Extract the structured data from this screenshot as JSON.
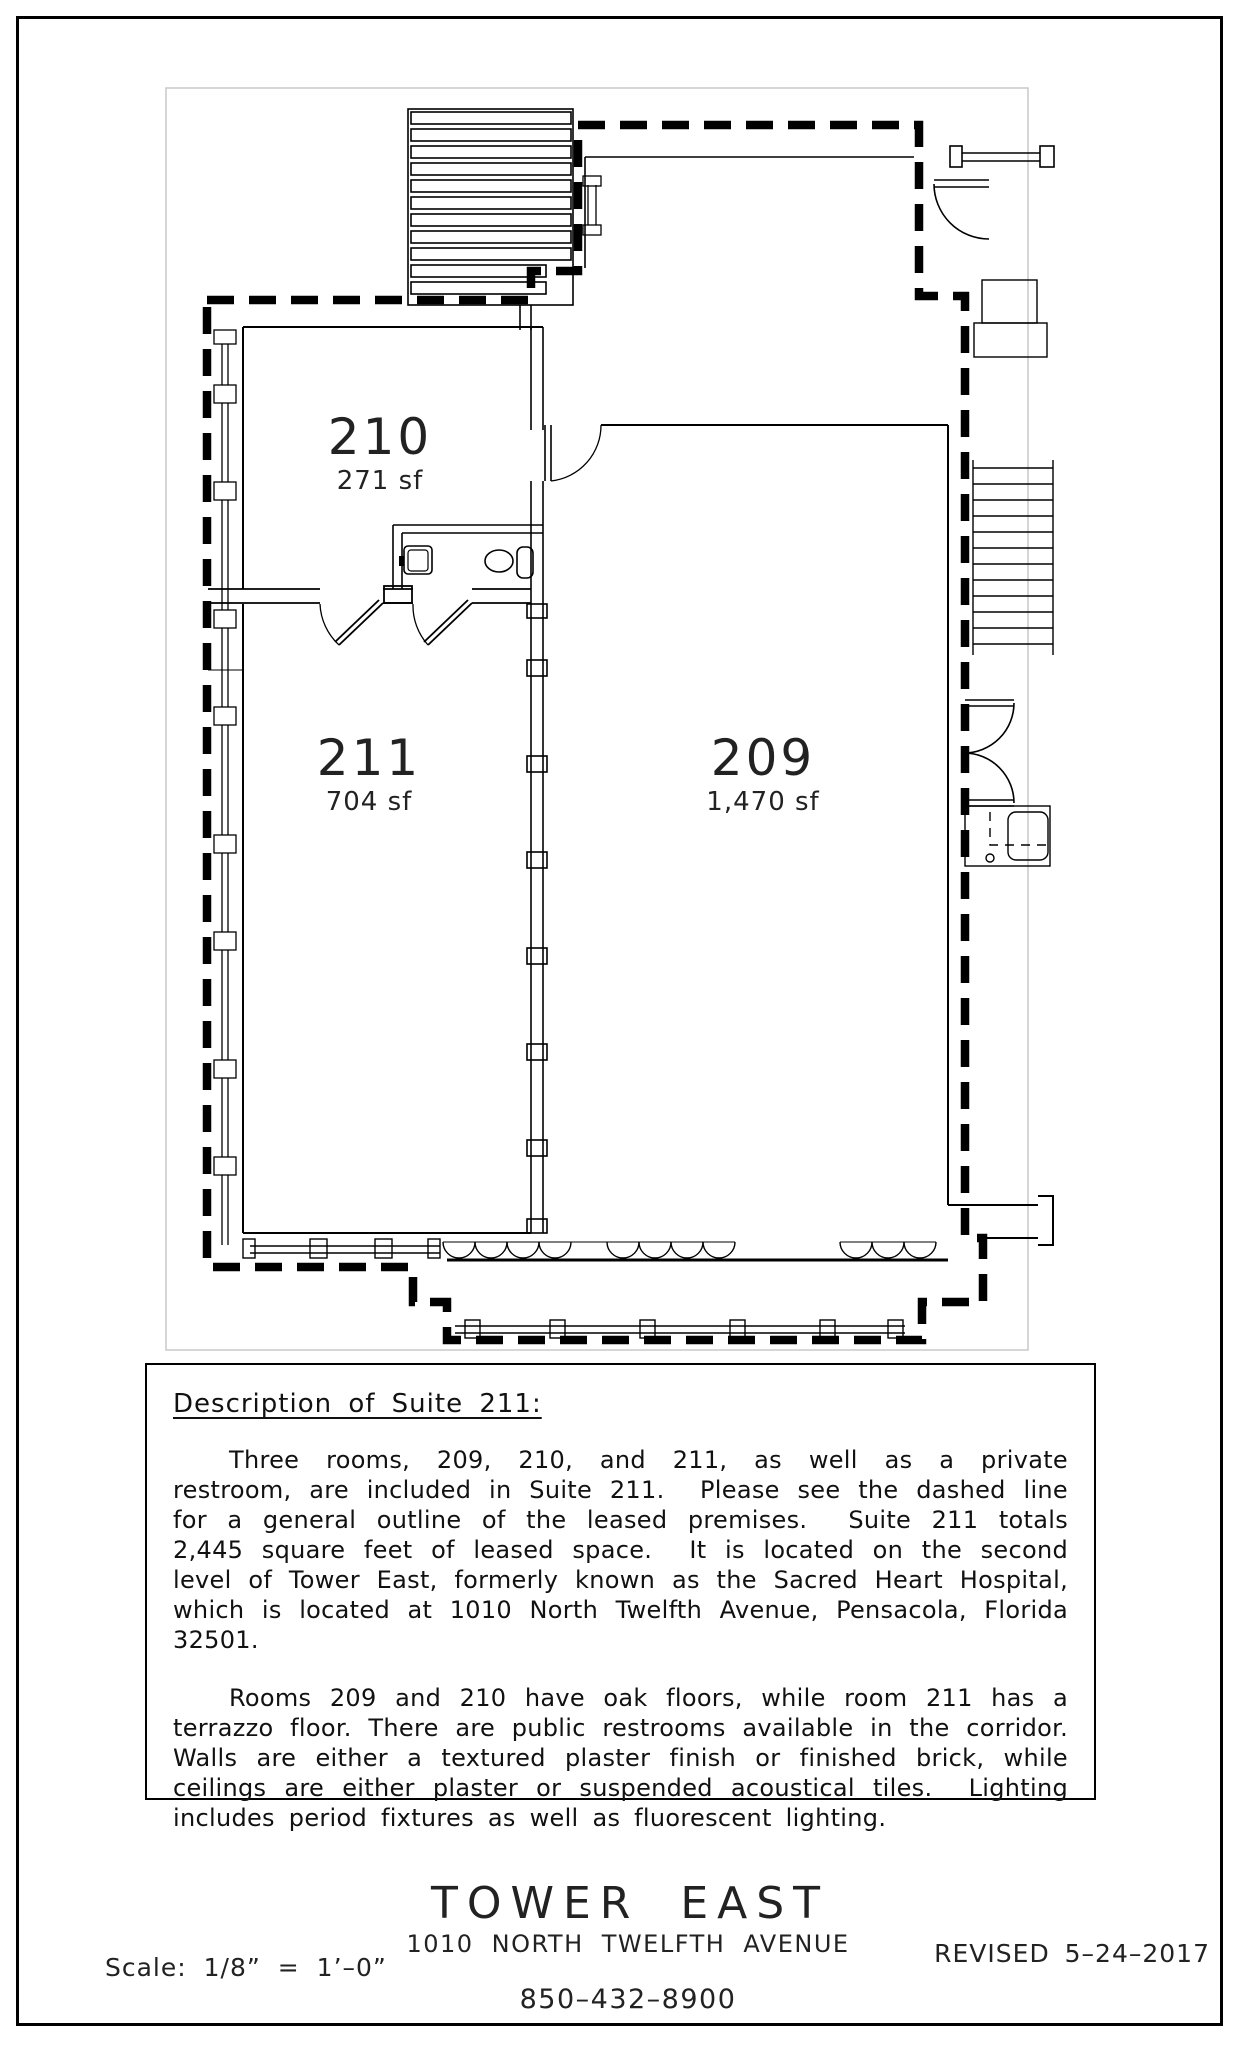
{
  "rooms": [
    {
      "number": "210",
      "area": "271 sf"
    },
    {
      "number": "211",
      "area": "704 sf"
    },
    {
      "number": "209",
      "area": "1,470 sf"
    }
  ],
  "description": {
    "title": "Description of Suite 211:",
    "para1": "Three rooms, 209, 210, and 211, as well as a private restroom, are included in Suite 211.  Please see the dashed line for a general outline of the leased premises.  Suite 211 totals 2,445 square feet of leased space.  It is located on the second level of Tower East, formerly known as the Sacred Heart Hospital, which is located at 1010 North Twelfth Avenue, Pensacola, Florida 32501.",
    "para2": "Rooms 209 and 210 have oak floors, while room 211 has a terrazzo floor. There are public restrooms available in the corridor.  Walls are either a textured plaster finish or finished brick, while ceilings are either plaster or suspended acoustical tiles.  Lighting includes period fixtures as well as fluorescent lighting."
  },
  "footer": {
    "scale": "Scale:  1/8” = 1’–0”",
    "name": "TOWER EAST",
    "address": "1010 NORTH TWELFTH AVENUE",
    "phone": "850–432–8900",
    "revised": "REVISED 5–24–2017"
  },
  "colors": {
    "line": "#000000",
    "page_edge": "#c9c9c9"
  }
}
